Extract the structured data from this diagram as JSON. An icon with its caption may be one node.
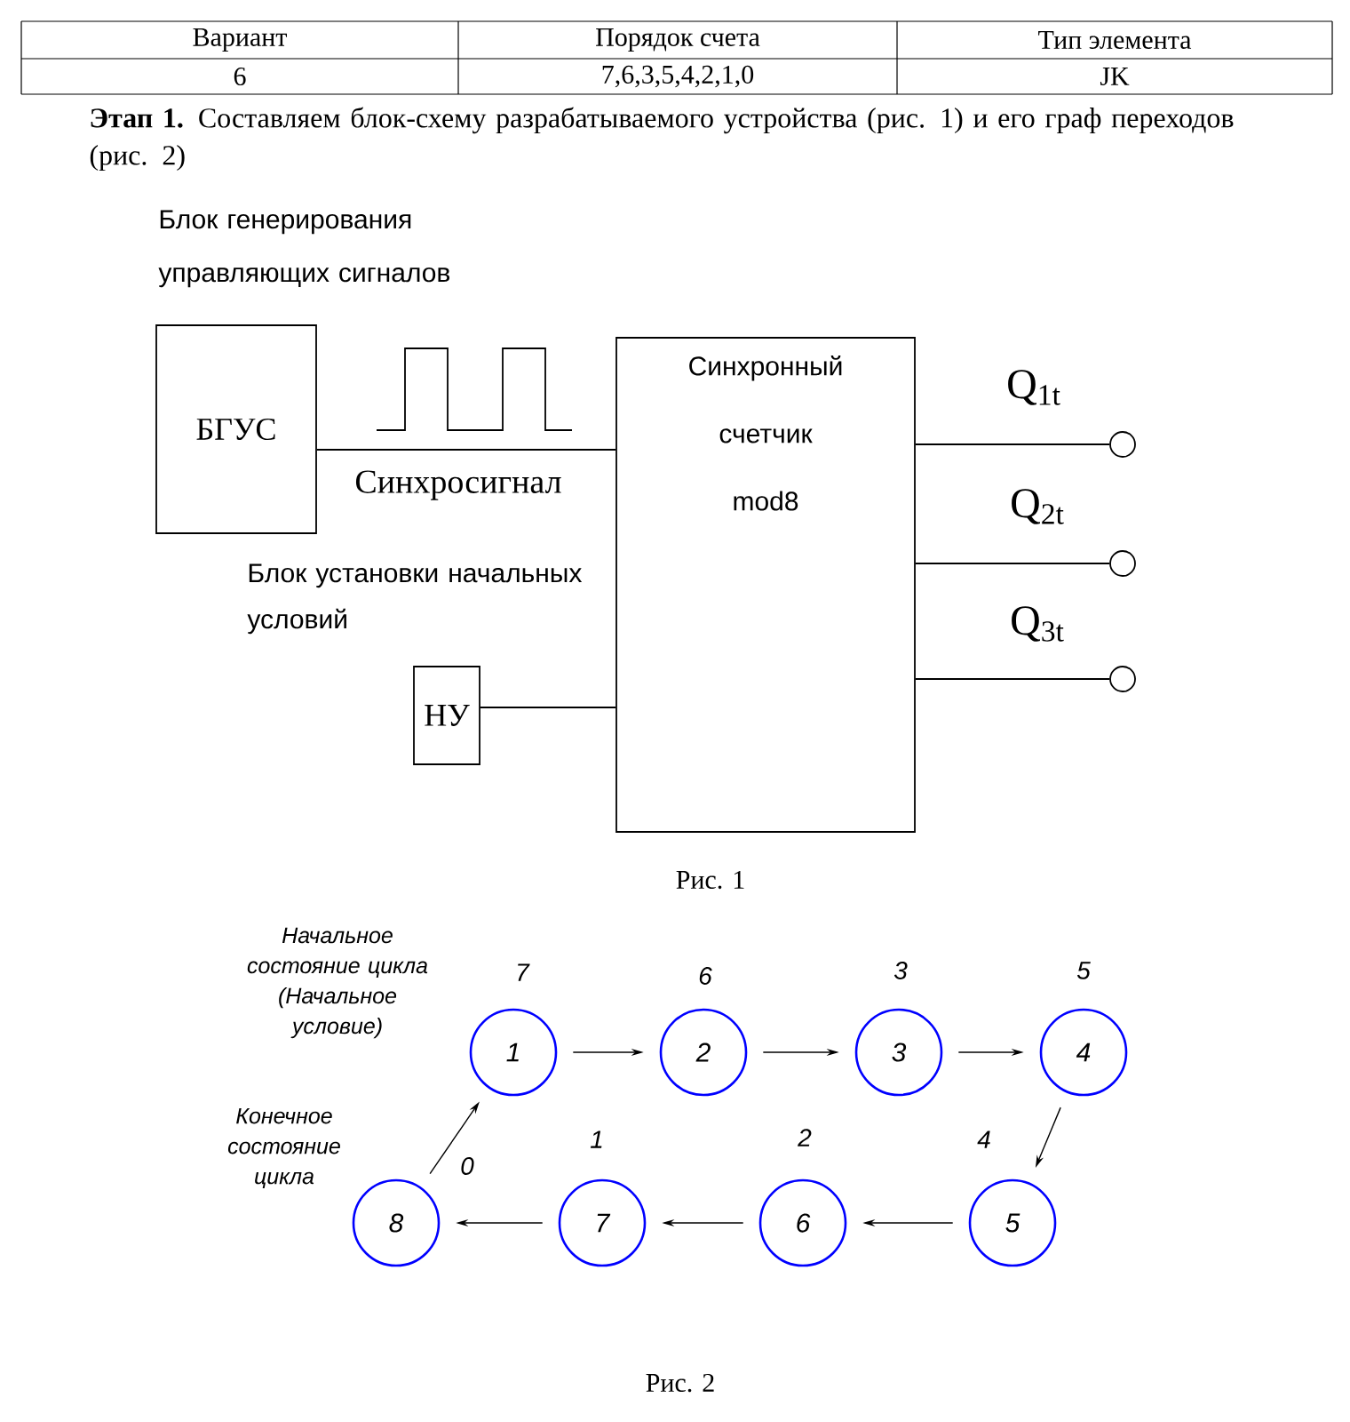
{
  "diagram": {
    "nodes": [
      {
        "text": [
          "БГУС"
        ],
        "beside": [
          "Блок генерирования управляющих сигналов"
        ]
      },
      {
        "text": [
          "Синхронный счетчик mod8"
        ]
      },
      {
        "text": [
          "НУ"
        ],
        "beside": [
          "Блок установки начальных условий"
        ]
      },
      {
        "text": [],
        "shape": "circle",
        "beside": [
          "Q$_{1t}$"
        ]
      },
      {
        "text": [],
        "shape": "circle",
        "beside": [
          "Q$_{2t}$"
        ]
      },
      {
        "text": [],
        "shape": "circle",
        "beside": [
          "Q$_{3t}$"
        ]
      },
      {
        "text": [
          "1"
        ],
        "beside": [
          "7"
        ]
      },
      {
        "text": [
          "2"
        ],
        "beside": [
          "6"
        ]
      },
      {
        "text": [
          "3"
        ],
        "beside": [
          "3"
        ]
      },
      {
        "text": [
          "4"
        ],
        "beside": [
          "5"
        ]
      },
      {
        "text": [
          "5"
        ],
        "beside": [
          "4"
        ]
      },
      {
        "text": [
          "6"
        ],
        "beside": [
          "2"
        ]
      },
      {
        "text": [
          "7"
        ],
        "beside": [
          "1"
        ]
      },
      {
        "text": [
          "8"
        ],
        "beside": [
          "0"
        ]
      }
    ],
    "edges": [
      {
        "from": 0,
        "to": 1,
        "arrow": "none",
        "label": "Синхросигнал"
      },
      {
        "from": 2,
        "to": 1,
        "arrow": "none"
      },
      {
        "from": 1,
        "to": 3,
        "arrow": "none"
      },
      {
        "from": 1,
        "to": 4,
        "arrow": "none"
      },
      {
        "from": 1,
        "to": 5,
        "arrow": "none"
      },
      {
        "from": 6,
        "to": 7,
        "arrow": "to"
      },
      {
        "from": 7,
        "to": 8,
        "arrow": "to"
      },
      {
        "from": 8,
        "to": 9,
        "arrow": "to"
      },
      {
        "from": 9,
        "to": 10,
        "arrow": "to"
      },
      {
        "from": 10,
        "to": 11,
        "arrow": "to"
      },
      {
        "from": 11,
        "to": 12,
        "arrow": "to"
      },
      {
        "from": 12,
        "to": 13,
        "arrow": "to"
      },
      {
        "from": 13,
        "to": 6,
        "arrow": "to"
      }
    ],
    "labels": [
      "Вариант",
      "Порядок счета",
      "Тип элемента",
      "6",
      "7,6,3,5,4,2,1,0",
      "JK",
      "**Этап 1.** Составляем блок-схему разрабатываемого устройства (рис. 1) и его граф переходов (рис. 2)",
      "Рис. 1",
      "Начальное состояние цикла (Начальное условие)",
      "Конечное состояние цикла",
      "Рис. 2"
    ]
  }
}
